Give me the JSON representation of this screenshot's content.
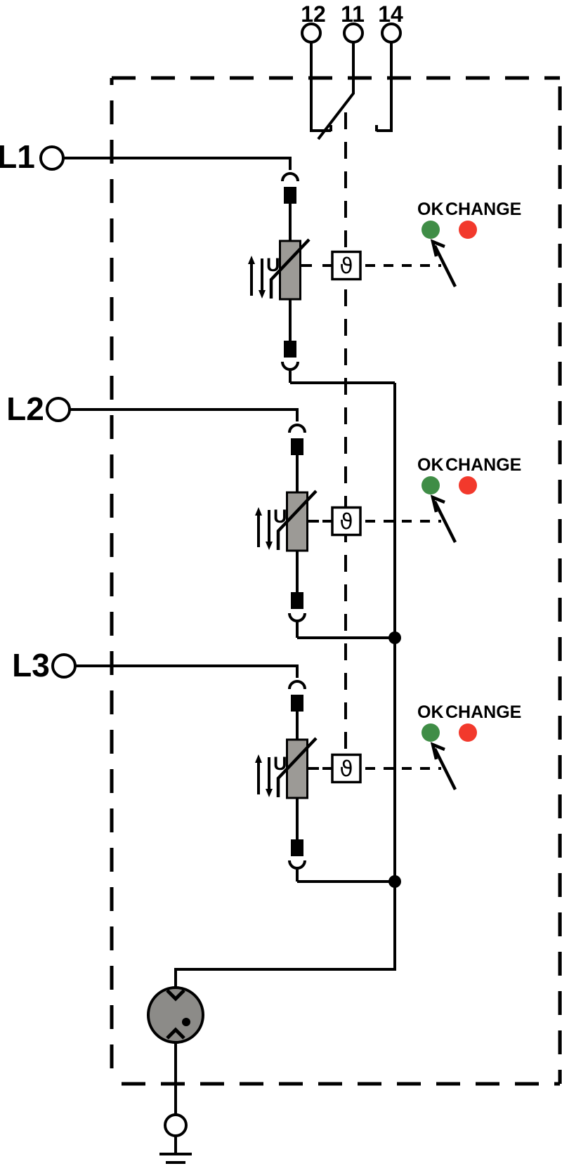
{
  "terminals": {
    "t12": "12",
    "t11": "11",
    "t14": "14"
  },
  "phases": [
    {
      "label": "L1"
    },
    {
      "label": "L2"
    },
    {
      "label": "L3"
    }
  ],
  "indicators": {
    "ok": "OK",
    "change": "CHANGE"
  },
  "symbols": {
    "thermal": "ϑ",
    "voltage": "U"
  },
  "colors": {
    "led_ok": "#3f8d46",
    "led_change": "#f2392c",
    "varistor": "#9c9a96",
    "gdt": "#8c8b88",
    "line": "#000000"
  }
}
